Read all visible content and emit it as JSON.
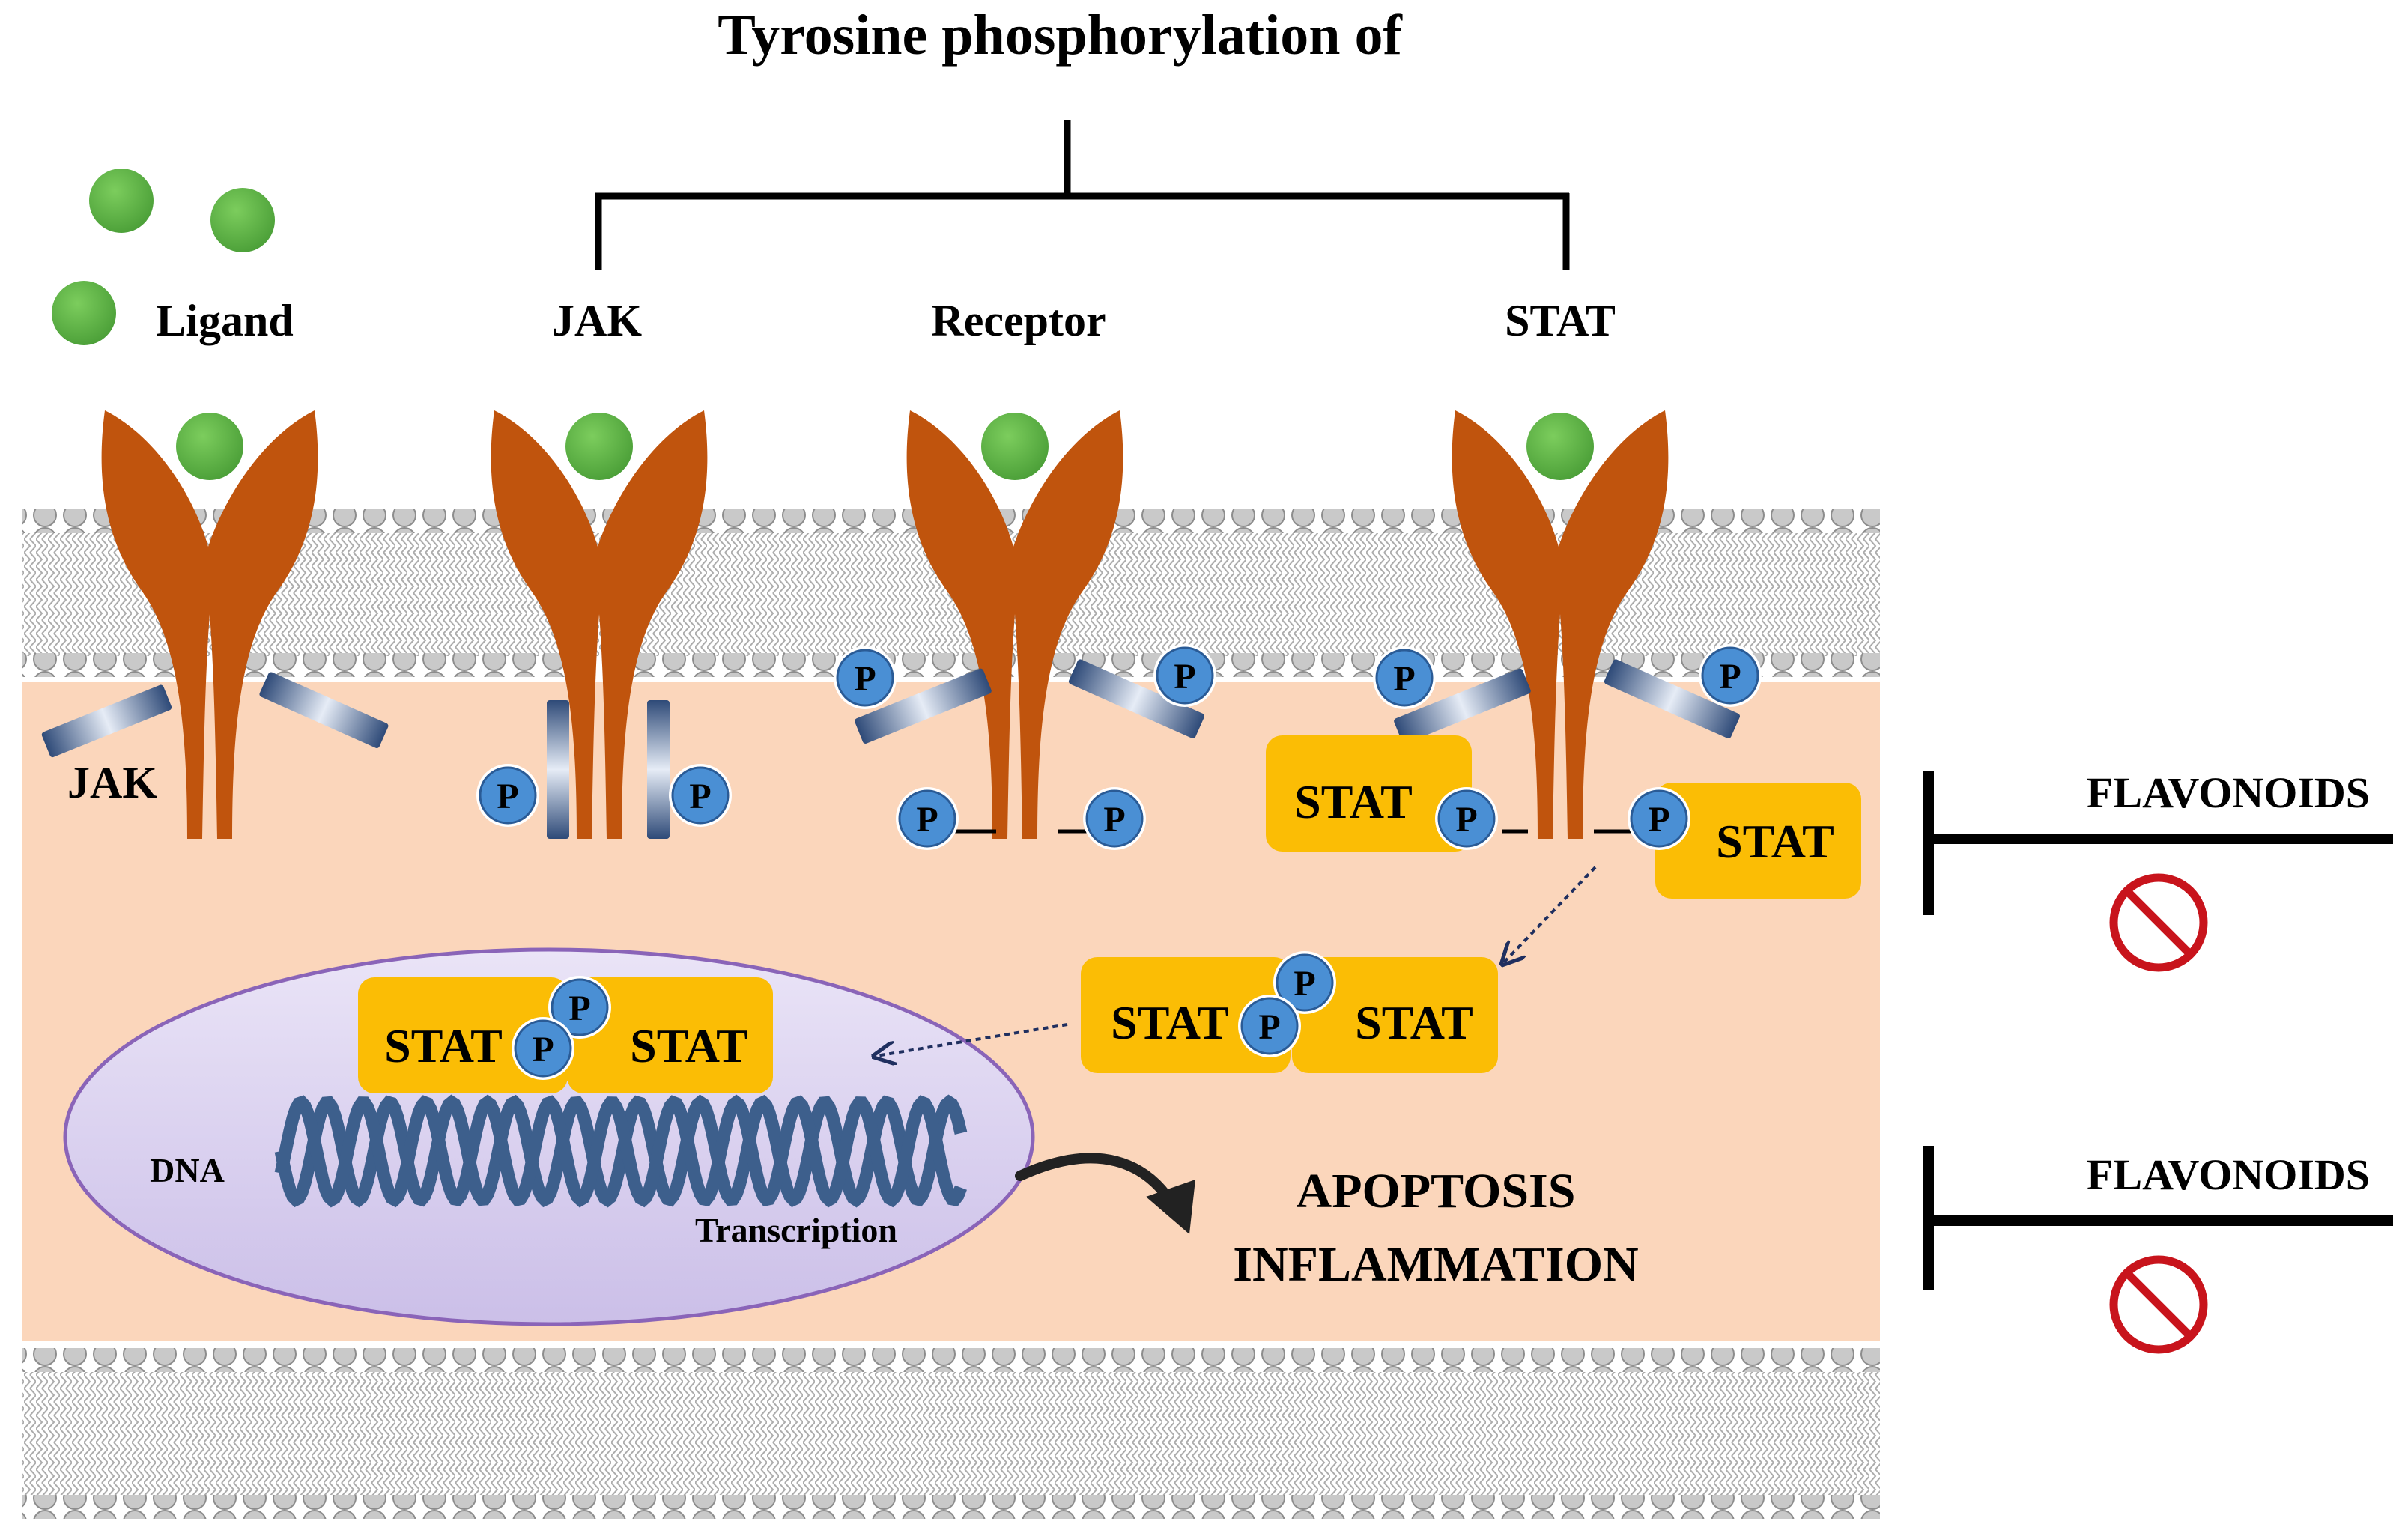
{
  "title": "Tyrosine phosphorylation of",
  "targets": [
    "JAK",
    "Receptor",
    "STAT"
  ],
  "labels": {
    "ligand": "Ligand",
    "jak_below": "JAK",
    "dna": "DNA",
    "transcription": "Transcription",
    "outcome_line1": "APOPTOSIS",
    "outcome_line2": "INFLAMMATION"
  },
  "stat_label": "STAT",
  "phospho_label": "P",
  "inhibitors": [
    {
      "label": "FLAVONOIDS"
    },
    {
      "label": "FLAVONOIDS"
    }
  ],
  "colors": {
    "receptor": "#c0540d",
    "ligand": "#5db546",
    "phosphate": "#4a8fd4",
    "stat_box": "#fbbd05",
    "cytoplasm": "#fbd6bb",
    "nucleus": "#dcd3ef",
    "dna": "#3d5f8c",
    "inhibit_symbol": "#c8141c",
    "membrane": "#b5b5b5"
  }
}
